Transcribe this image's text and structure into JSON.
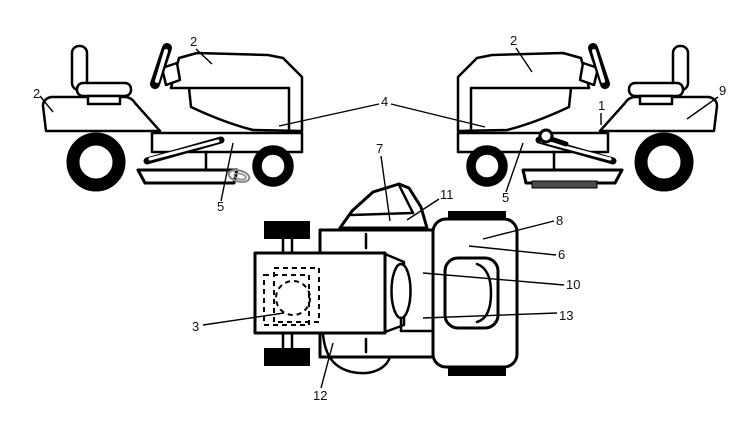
{
  "canvas": {
    "background": "#ffffff",
    "line_color": "#000000",
    "skid_color": "#4a4a4a",
    "chute_loop_color": "#8a8a8a"
  },
  "callouts": [
    "2",
    "2",
    "2",
    "4",
    "1",
    "9",
    "5",
    "5",
    "7",
    "11",
    "8",
    "6",
    "10",
    "13",
    "3",
    "12"
  ]
}
